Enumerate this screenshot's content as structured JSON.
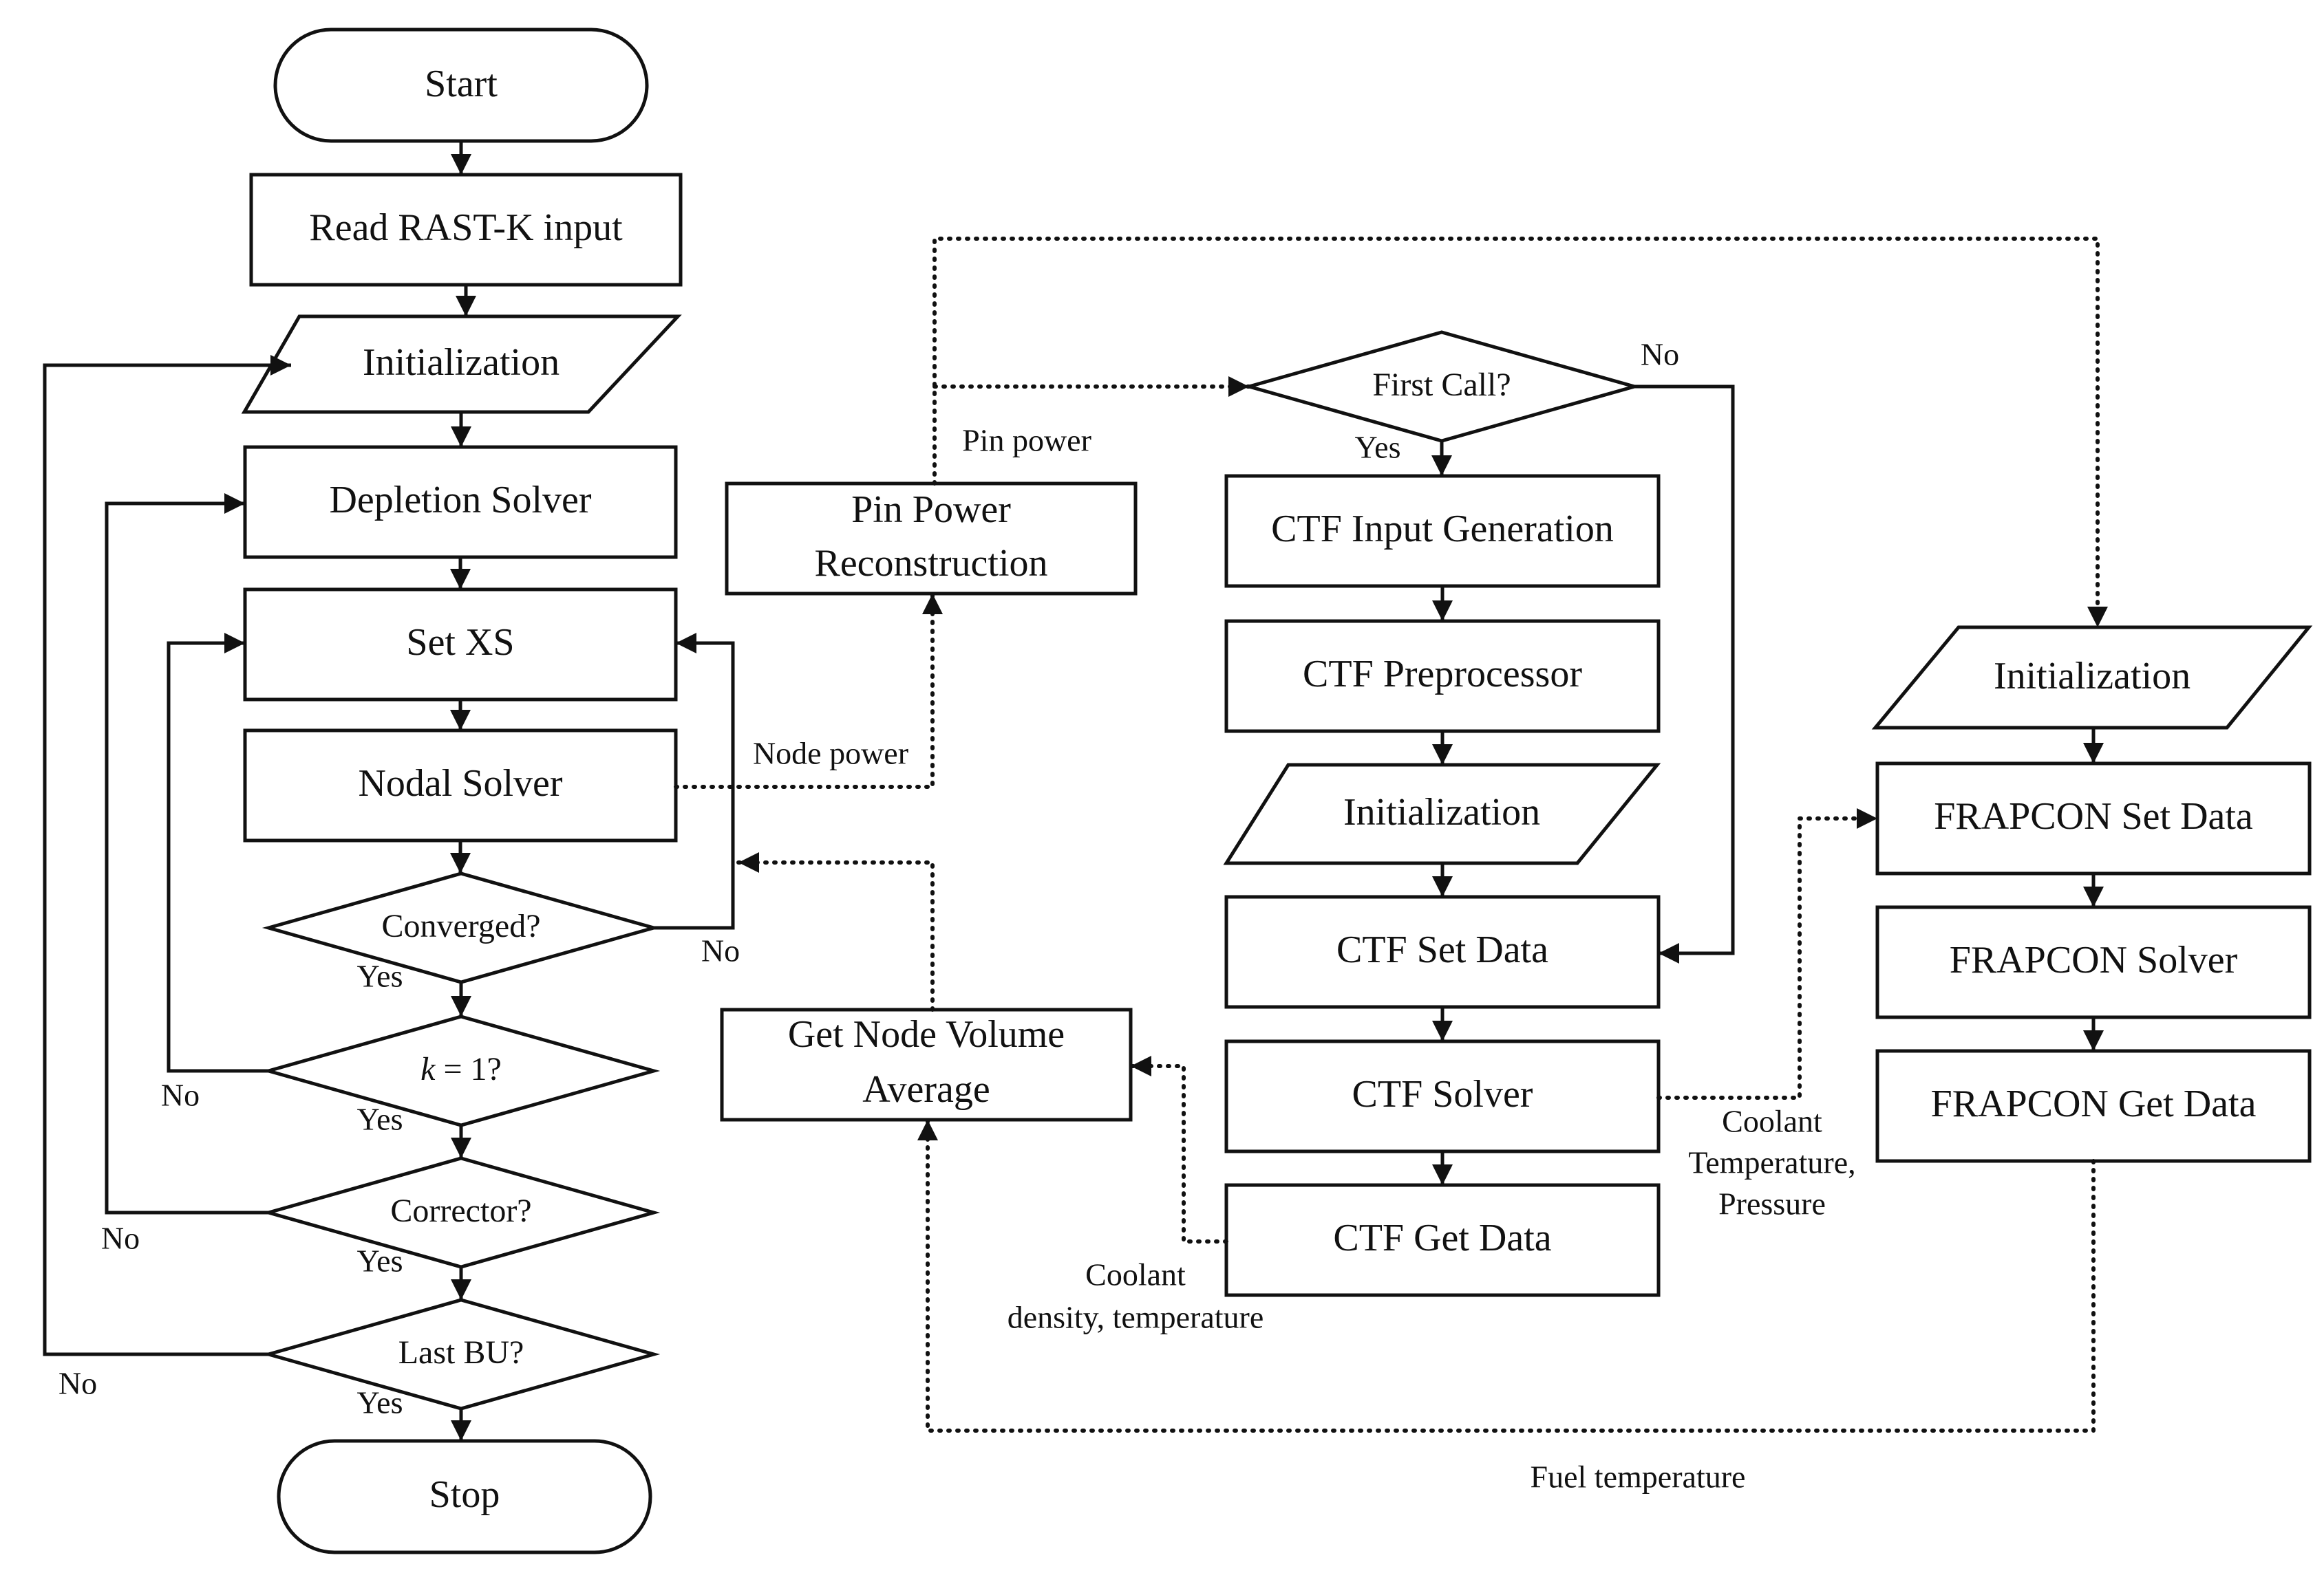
{
  "nodes": {
    "start": "Start",
    "read_input": "Read RAST-K input",
    "init_main": "Initialization",
    "depletion_solver": "Depletion Solver",
    "set_xs": "Set XS",
    "nodal_solver": "Nodal Solver",
    "converged": "Converged?",
    "k_eq_1_var": "k",
    "k_eq_1_rest": " = 1?",
    "corrector": "Corrector?",
    "last_bu": "Last BU?",
    "stop": "Stop",
    "pin_power_recon_line1": "Pin Power",
    "pin_power_recon_line2": "Reconstruction",
    "get_node_vol_avg_line1": "Get Node Volume",
    "get_node_vol_avg_line2": "Average",
    "first_call": "First Call?",
    "ctf_input_gen": "CTF Input Generation",
    "ctf_preprocessor": "CTF Preprocessor",
    "ctf_init": "Initialization",
    "ctf_set_data": "CTF Set Data",
    "ctf_solver": "CTF Solver",
    "ctf_get_data": "CTF Get Data",
    "frapcon_init": "Initialization",
    "frapcon_set_data": "FRAPCON Set Data",
    "frapcon_solver": "FRAPCON Solver",
    "frapcon_get_data": "FRAPCON Get Data"
  },
  "labels": {
    "yes": "Yes",
    "no": "No",
    "pin_power": "Pin power",
    "node_power": "Node power",
    "coolant_density_line1": "Coolant",
    "coolant_density_line2": "density, temperature",
    "coolant_temp_line1": "Coolant",
    "coolant_temp_line2": "Temperature,",
    "coolant_temp_line3": "Pressure",
    "fuel_temperature": "Fuel temperature"
  }
}
